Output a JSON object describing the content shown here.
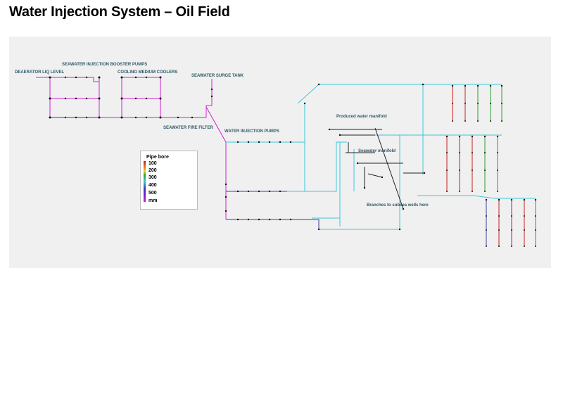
{
  "title": "Water Injection System – Oil Field",
  "labels": {
    "deaerator": "DEAERATOR LIQ LEVEL",
    "booster_pumps": "SEAWATER INJECTION BOOSTER PUMPS",
    "coolers": "COOLING MEDIUM COOLERS",
    "surge_tank": "SEAWATER SURGE TANK",
    "fire_filter": "SEAWATER FIRE FILTER",
    "injection_pumps": "WATER INJECTION PUMPS",
    "produced_manifold": "Produced water manifold",
    "seawater_manifold": "Seawater manifold",
    "branches": "Branches to subsea wells here"
  },
  "legend": {
    "title": "Pipe bore",
    "entries": [
      {
        "label": "100",
        "color": "#c81e1e"
      },
      {
        "label": "200",
        "color": "#2e9d2e"
      },
      {
        "label": "300",
        "color": "#3cc8d8"
      },
      {
        "label": "400",
        "color": "#3a3aa8"
      },
      {
        "label": "500",
        "color": "#d21ed2"
      }
    ],
    "unit": "mm"
  },
  "colors": {
    "bore_100": "#c81e1e",
    "bore_200": "#2e9d2e",
    "bore_300": "#3cc8d8",
    "bore_400": "#3a3aa8",
    "bore_500": "#d21ed2"
  }
}
